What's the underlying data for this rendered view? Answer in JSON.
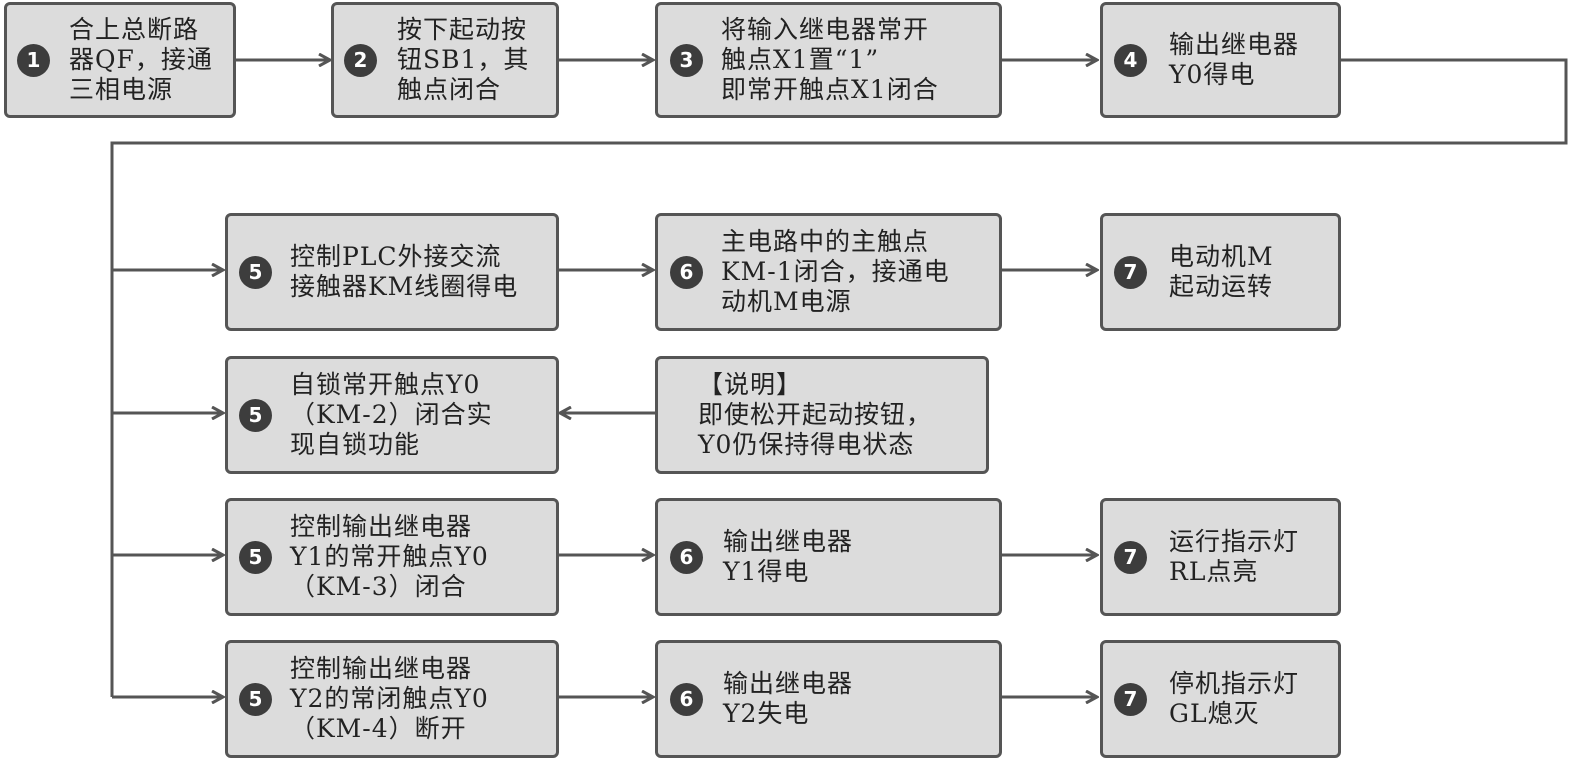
{
  "boxes": {
    "s1": {
      "num": "1",
      "lines": [
        "合上总断路",
        "器QF，接通",
        "三相电源"
      ]
    },
    "s2": {
      "num": "2",
      "lines": [
        "按下起动按",
        "钮SB1，其",
        "触点闭合"
      ]
    },
    "s3": {
      "num": "3",
      "lines": [
        "将输入继电器常开",
        "触点X1置“1”",
        "即常开触点X1闭合"
      ]
    },
    "s4": {
      "num": "4",
      "lines": [
        "输出继电器",
        "Y0得电"
      ]
    },
    "r1a": {
      "num": "5",
      "lines": [
        "控制PLC外接交流",
        "接触器KM线圈得电"
      ]
    },
    "r1b": {
      "num": "6",
      "lines": [
        "主电路中的主触点",
        "KM-1闭合，接通电",
        "动机M电源"
      ]
    },
    "r1c": {
      "num": "7",
      "lines": [
        "电动机M",
        "起动运转"
      ]
    },
    "r2a": {
      "num": "5",
      "lines": [
        "自锁常开触点Y0",
        "（KM-2）闭合实",
        "现自锁功能"
      ]
    },
    "note": {
      "lines": [
        "【说明】",
        "即使松开起动按钮，",
        "Y0仍保持得电状态"
      ]
    },
    "r3a": {
      "num": "5",
      "lines": [
        "控制输出继电器",
        "Y1的常开触点Y0",
        "（KM-3）闭合"
      ]
    },
    "r3b": {
      "num": "6",
      "lines": [
        "输出继电器",
        "Y1得电"
      ]
    },
    "r3c": {
      "num": "7",
      "lines": [
        "运行指示灯",
        "RL点亮"
      ]
    },
    "r4a": {
      "num": "5",
      "lines": [
        "控制输出继电器",
        "Y2的常闭触点Y0",
        "（KM-4）断开"
      ]
    },
    "r4b": {
      "num": "6",
      "lines": [
        "输出继电器",
        "Y2失电"
      ]
    },
    "r4c": {
      "num": "7",
      "lines": [
        "停机指示灯",
        "GL熄灭"
      ]
    }
  },
  "colors": {
    "box_fill": "#dcdcdc",
    "border": "#555555",
    "badge": "#3d3d3d",
    "line": "#555555"
  }
}
